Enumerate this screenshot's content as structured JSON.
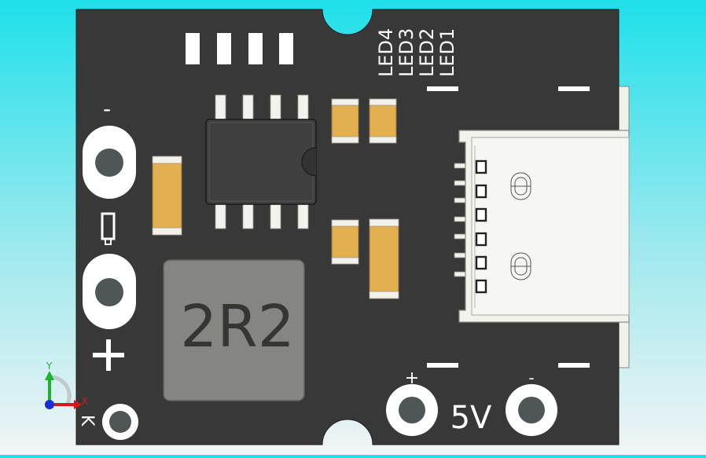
{
  "board": {
    "inductor_label": "2R2",
    "output_label": "5V",
    "led_labels": [
      "LED4",
      "LED3",
      "LED2",
      "LED1"
    ],
    "battery_minus": "-",
    "battery_plus": "+",
    "output_plus": "+",
    "output_minus": "-",
    "k_label": "K"
  },
  "axes": {
    "y": "Y",
    "x": "X"
  },
  "colors": {
    "pcb": "#383838",
    "silkscreen": "#ffffff",
    "capacitor_body": "#e3b04f",
    "ic_body": "#3f3f3f",
    "inductor_body": "#858581",
    "usb_shell": "#f3f3ee",
    "background_top": "#1ee0ea"
  }
}
